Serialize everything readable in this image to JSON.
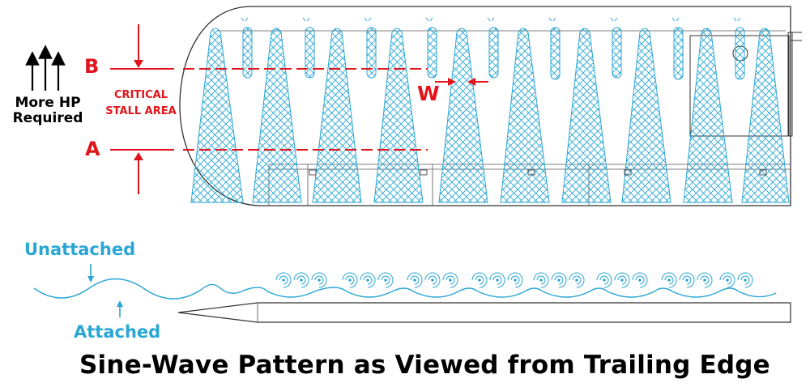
{
  "labels": {
    "more_hp": "More HP Required",
    "b": "B",
    "a": "A",
    "critical_stall_area": "CRITICAL STALL AREA",
    "w": "W",
    "unattached": "Unattached",
    "attached": "Attached",
    "caption": "Sine-Wave Pattern as Viewed from Trailing Edge"
  },
  "colors": {
    "annotation_red": "#e0141a",
    "pattern_blue": "#2aa6d4",
    "outline": "#333333",
    "text": "#000000"
  },
  "icons": {
    "hp_arrows": "up-arrow-icon",
    "stall_arrows": "down-arrow-icon",
    "width_arrows": "inward-arrow-icon"
  }
}
